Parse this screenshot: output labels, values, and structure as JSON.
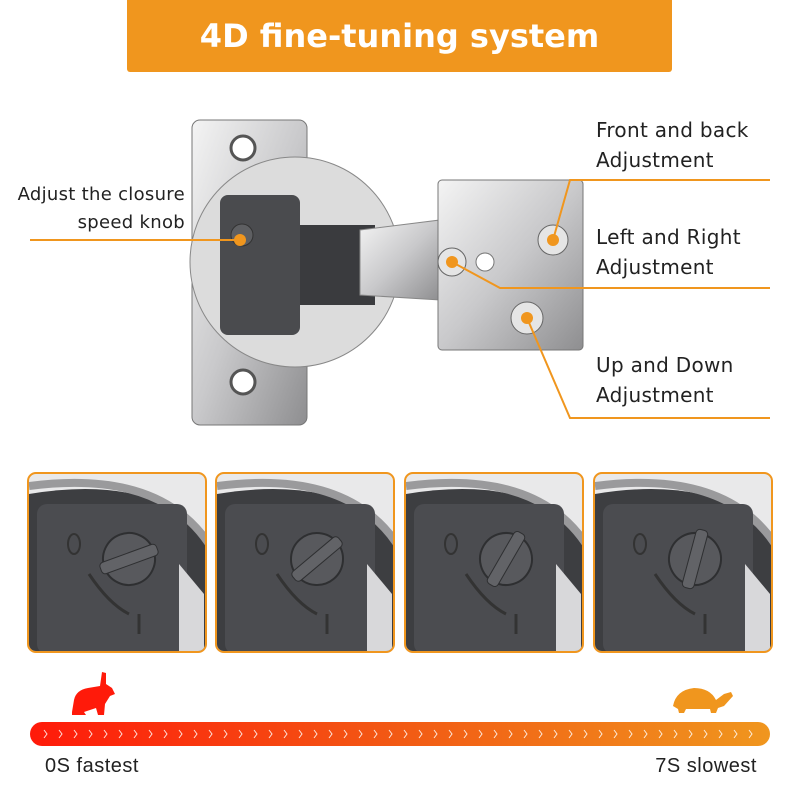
{
  "title": "4D fine-tuning system",
  "labels": {
    "knob": [
      "Adjust the closure",
      "speed knob"
    ],
    "front_back": [
      "Front and back",
      "Adjustment"
    ],
    "left_right": [
      "Left and Right",
      "Adjustment"
    ],
    "up_down": [
      "Up and Down",
      "Adjustment"
    ]
  },
  "thumbnails": [
    {
      "knob_angle": -20
    },
    {
      "knob_angle": -40
    },
    {
      "knob_angle": -60
    },
    {
      "knob_angle": -75
    }
  ],
  "speed": {
    "fast_label": "0S fastest",
    "slow_label": "7S slowest",
    "fast_color": "#FF1A0A",
    "slow_color": "#F0961E"
  },
  "accent": "#F0961E"
}
